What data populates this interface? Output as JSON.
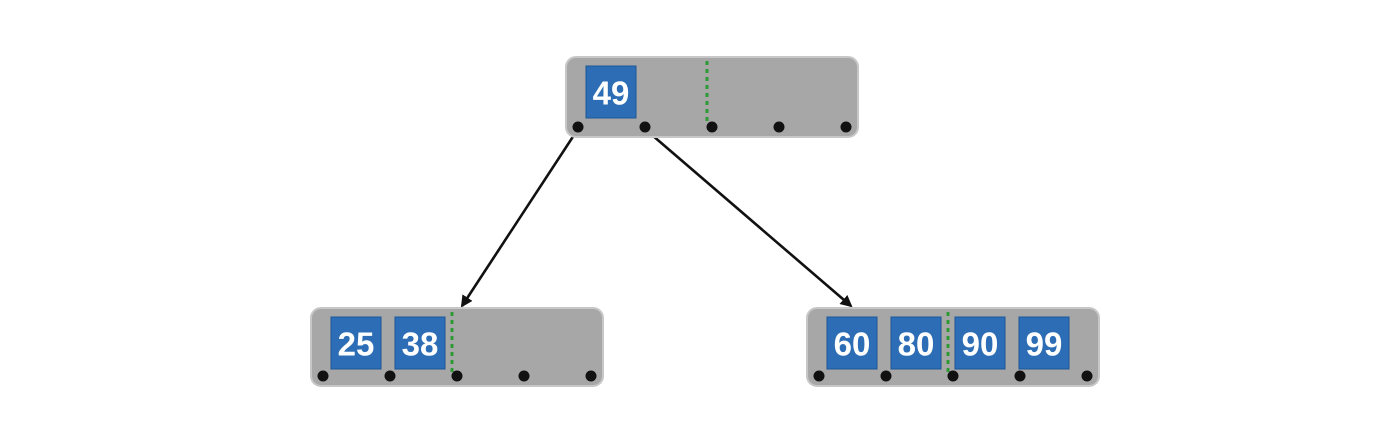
{
  "tree": {
    "nodes": [
      {
        "id": "root",
        "keys": [
          "49"
        ],
        "capacity": 4,
        "split_after": 2
      },
      {
        "id": "left-leaf",
        "keys": [
          "25",
          "38"
        ],
        "capacity": 4,
        "split_after": 2
      },
      {
        "id": "right-leaf",
        "keys": [
          "60",
          "80",
          "90",
          "99"
        ],
        "capacity": 4,
        "split_after": 2
      }
    ],
    "edges": [
      {
        "from": "root",
        "pointer": 0,
        "to": "left-leaf"
      },
      {
        "from": "root",
        "pointer": 1,
        "to": "right-leaf"
      }
    ]
  },
  "colors": {
    "node_fill": "#a7a7a7",
    "key_fill": "#2c6db5",
    "key_text": "#ffffff",
    "divider": "#2e9a36",
    "pointer": "#111111",
    "edge": "#111111"
  }
}
